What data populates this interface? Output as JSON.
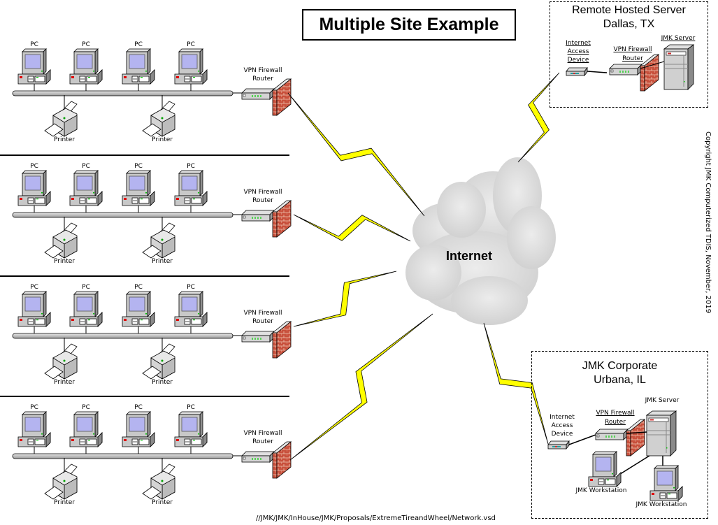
{
  "title": "Multiple Site Example",
  "copyright": "Copyright JMK Computerized TDIS, November, 2019",
  "file_path": "//JMK/JMK/InHouse/JMK/Proposals/ExtremeTireandWheel/Network.vsd",
  "internet": {
    "label": "Internet",
    "cloud_color": "#dcdcdc"
  },
  "colors": {
    "lightning": "#ffff00",
    "firewall_brick": "#c8503c",
    "screen": "#b4b4f0",
    "device_gray": "#c8c8c8"
  },
  "lan_sites": [
    {
      "pcs": [
        "PC",
        "PC",
        "PC",
        "PC"
      ],
      "printers": [
        "Printer",
        "Printer"
      ],
      "router": [
        "VPN Firewall",
        "Router"
      ]
    },
    {
      "pcs": [
        "PC",
        "PC",
        "PC",
        "PC"
      ],
      "printers": [
        "Printer",
        "Printer"
      ],
      "router": [
        "VPN Firewall",
        "Router"
      ]
    },
    {
      "pcs": [
        "PC",
        "PC",
        "PC",
        "PC"
      ],
      "printers": [
        "Printer",
        "Printer"
      ],
      "router": [
        "VPN Firewall",
        "Router"
      ]
    },
    {
      "pcs": [
        "PC",
        "PC",
        "PC",
        "PC"
      ],
      "printers": [
        "Printer",
        "Printer"
      ],
      "router": [
        "VPN Firewall",
        "Router"
      ]
    }
  ],
  "remote_site": {
    "title": "Remote Hosted Server",
    "location": "Dallas, TX",
    "access_device": [
      "Internet",
      "Access",
      "Device"
    ],
    "router": [
      "VPN Firewall",
      "Router"
    ],
    "server": "JMK Server"
  },
  "corporate_site": {
    "title": "JMK Corporate",
    "location": "Urbana, IL",
    "access_device": [
      "Internet",
      "Access",
      "Device"
    ],
    "router": [
      "VPN Firewall",
      "Router"
    ],
    "server": "JMK Server",
    "workstations": [
      "JMK Workstation",
      "JMK Workstation"
    ]
  }
}
